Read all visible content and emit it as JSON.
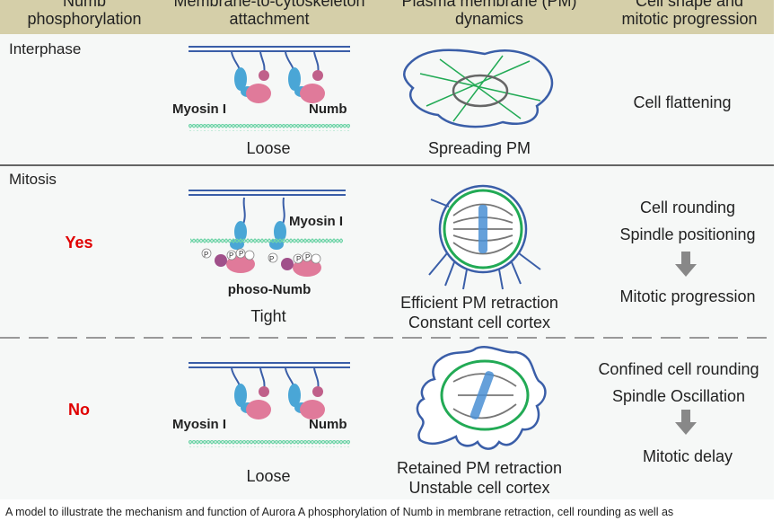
{
  "header": {
    "col1": [
      "Numb",
      "phosphorylation"
    ],
    "col2": [
      "Membrane-to-cytoskeleton",
      "attachment"
    ],
    "col3": [
      "Plasma membrane (PM)",
      "dynamics"
    ],
    "col4": [
      "Cell shape and",
      "mitotic progression"
    ]
  },
  "rows": {
    "interphase": {
      "phase": "Interphase",
      "myosin": "Myosin I",
      "numb": "Numb",
      "attachment": "Loose",
      "pm": "Spreading PM",
      "outcome": "Cell flattening"
    },
    "mitosis_yes": {
      "phase": "Mitosis",
      "phospho": "Yes",
      "myosin": "Myosin I",
      "numb": "phoso-Numb",
      "attachment": "Tight",
      "pm_line1": "Efficient PM retraction",
      "pm_line2": "Constant cell cortex",
      "outcome1": "Cell rounding",
      "outcome2": "Spindle positioning",
      "outcome3": "Mitotic progression"
    },
    "mitosis_no": {
      "phospho": "No",
      "myosin": "Myosin I",
      "numb": "Numb",
      "attachment": "Loose",
      "pm_line1": "Retained PM retraction",
      "pm_line2": "Unstable cell cortex",
      "outcome1": "Confined cell rounding",
      "outcome2": "Spindle Oscillation",
      "outcome3": "Mitotic delay"
    }
  },
  "phosphate_label": "P",
  "caption": "A model to illustrate the mechanism and function of Aurora A phosphorylation of Numb in membrane retraction, cell rounding as well as",
  "colors": {
    "header_bg": "#d5cfa9",
    "membrane": "#3a5ea8",
    "myosin": "#4aa6d6",
    "numb": "#e07a9a",
    "actin": "#6fd4a8",
    "cortex": "#22aa55",
    "spindle": "#777777",
    "yes_no": "#e00000"
  }
}
